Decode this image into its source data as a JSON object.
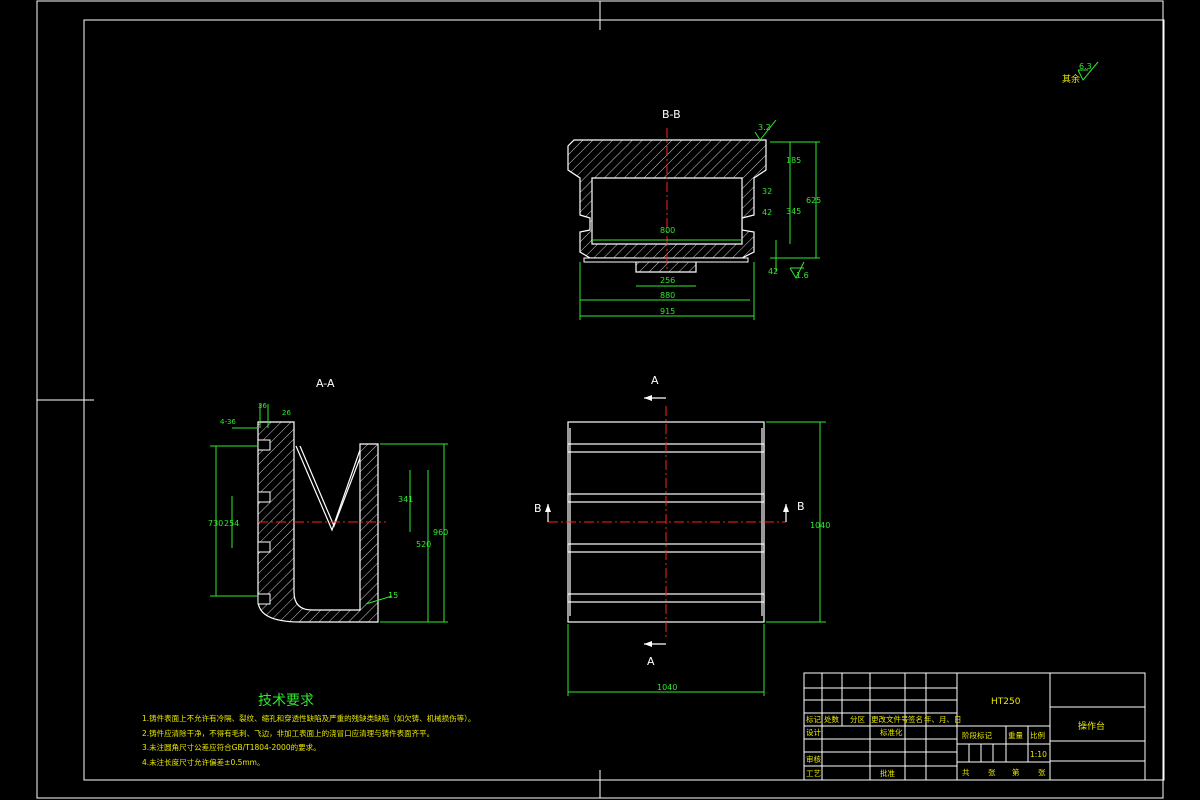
{
  "views": {
    "bb_label": "B-B",
    "aa_label": "A-A",
    "section_a_top": "A",
    "section_a_bottom": "A",
    "section_b_left": "B",
    "section_b_right": "B"
  },
  "surface_finish": {
    "global_label": "其余",
    "global_value": "6.3",
    "bb_top_value": "3.2",
    "bb_bottom_value": "1.6"
  },
  "dimensions_bb": {
    "h_top": "185",
    "h_total": "625",
    "h_mid": "345",
    "slot_small": "32",
    "slot_mid": "42",
    "bottom": "42",
    "inner_width": "800",
    "groove_width": "256",
    "bottom_width": "880",
    "overall_width": "915"
  },
  "dimensions_aa": {
    "top_a": "4-36",
    "top_b": "36",
    "top_c": "26",
    "span1": "730",
    "span2": "254",
    "h_inner": "341",
    "h_mid": "520",
    "h_total": "960",
    "wall": "15"
  },
  "dimensions_plan": {
    "height": "1040",
    "width": "1040"
  },
  "tech_requirements": {
    "title": "技术要求",
    "items": [
      "1.铸件表面上不允许有冷隔、裂纹、缩孔和穿透性缺陷及严重的残缺类缺陷（如欠铸、机械损伤等）。",
      "2.铸件应清除干净，不得有毛刺、飞边，非加工表面上的浇冒口应清理与铸件表面齐平。",
      "3.未注圆角尺寸公差应符合GB/T1804-2000的要求。",
      "4.未注长度尺寸允许偏差±0.5mm。"
    ]
  },
  "title_block": {
    "material": "HT250",
    "part_name": "操作台",
    "row_labels": [
      "标记",
      "处数",
      "分区",
      "更改文件号",
      "签名",
      "年、月、日"
    ],
    "design": "设计",
    "standardize": "标准化",
    "review": "审核",
    "process": "工艺",
    "approve": "批准",
    "stage_mark": "阶段标记",
    "weight": "重量",
    "scale_label": "比例",
    "scale": "1:10",
    "sheets_total": "共",
    "sheets_label": "张",
    "sheet_no": "第",
    "sheet_label": "张"
  }
}
